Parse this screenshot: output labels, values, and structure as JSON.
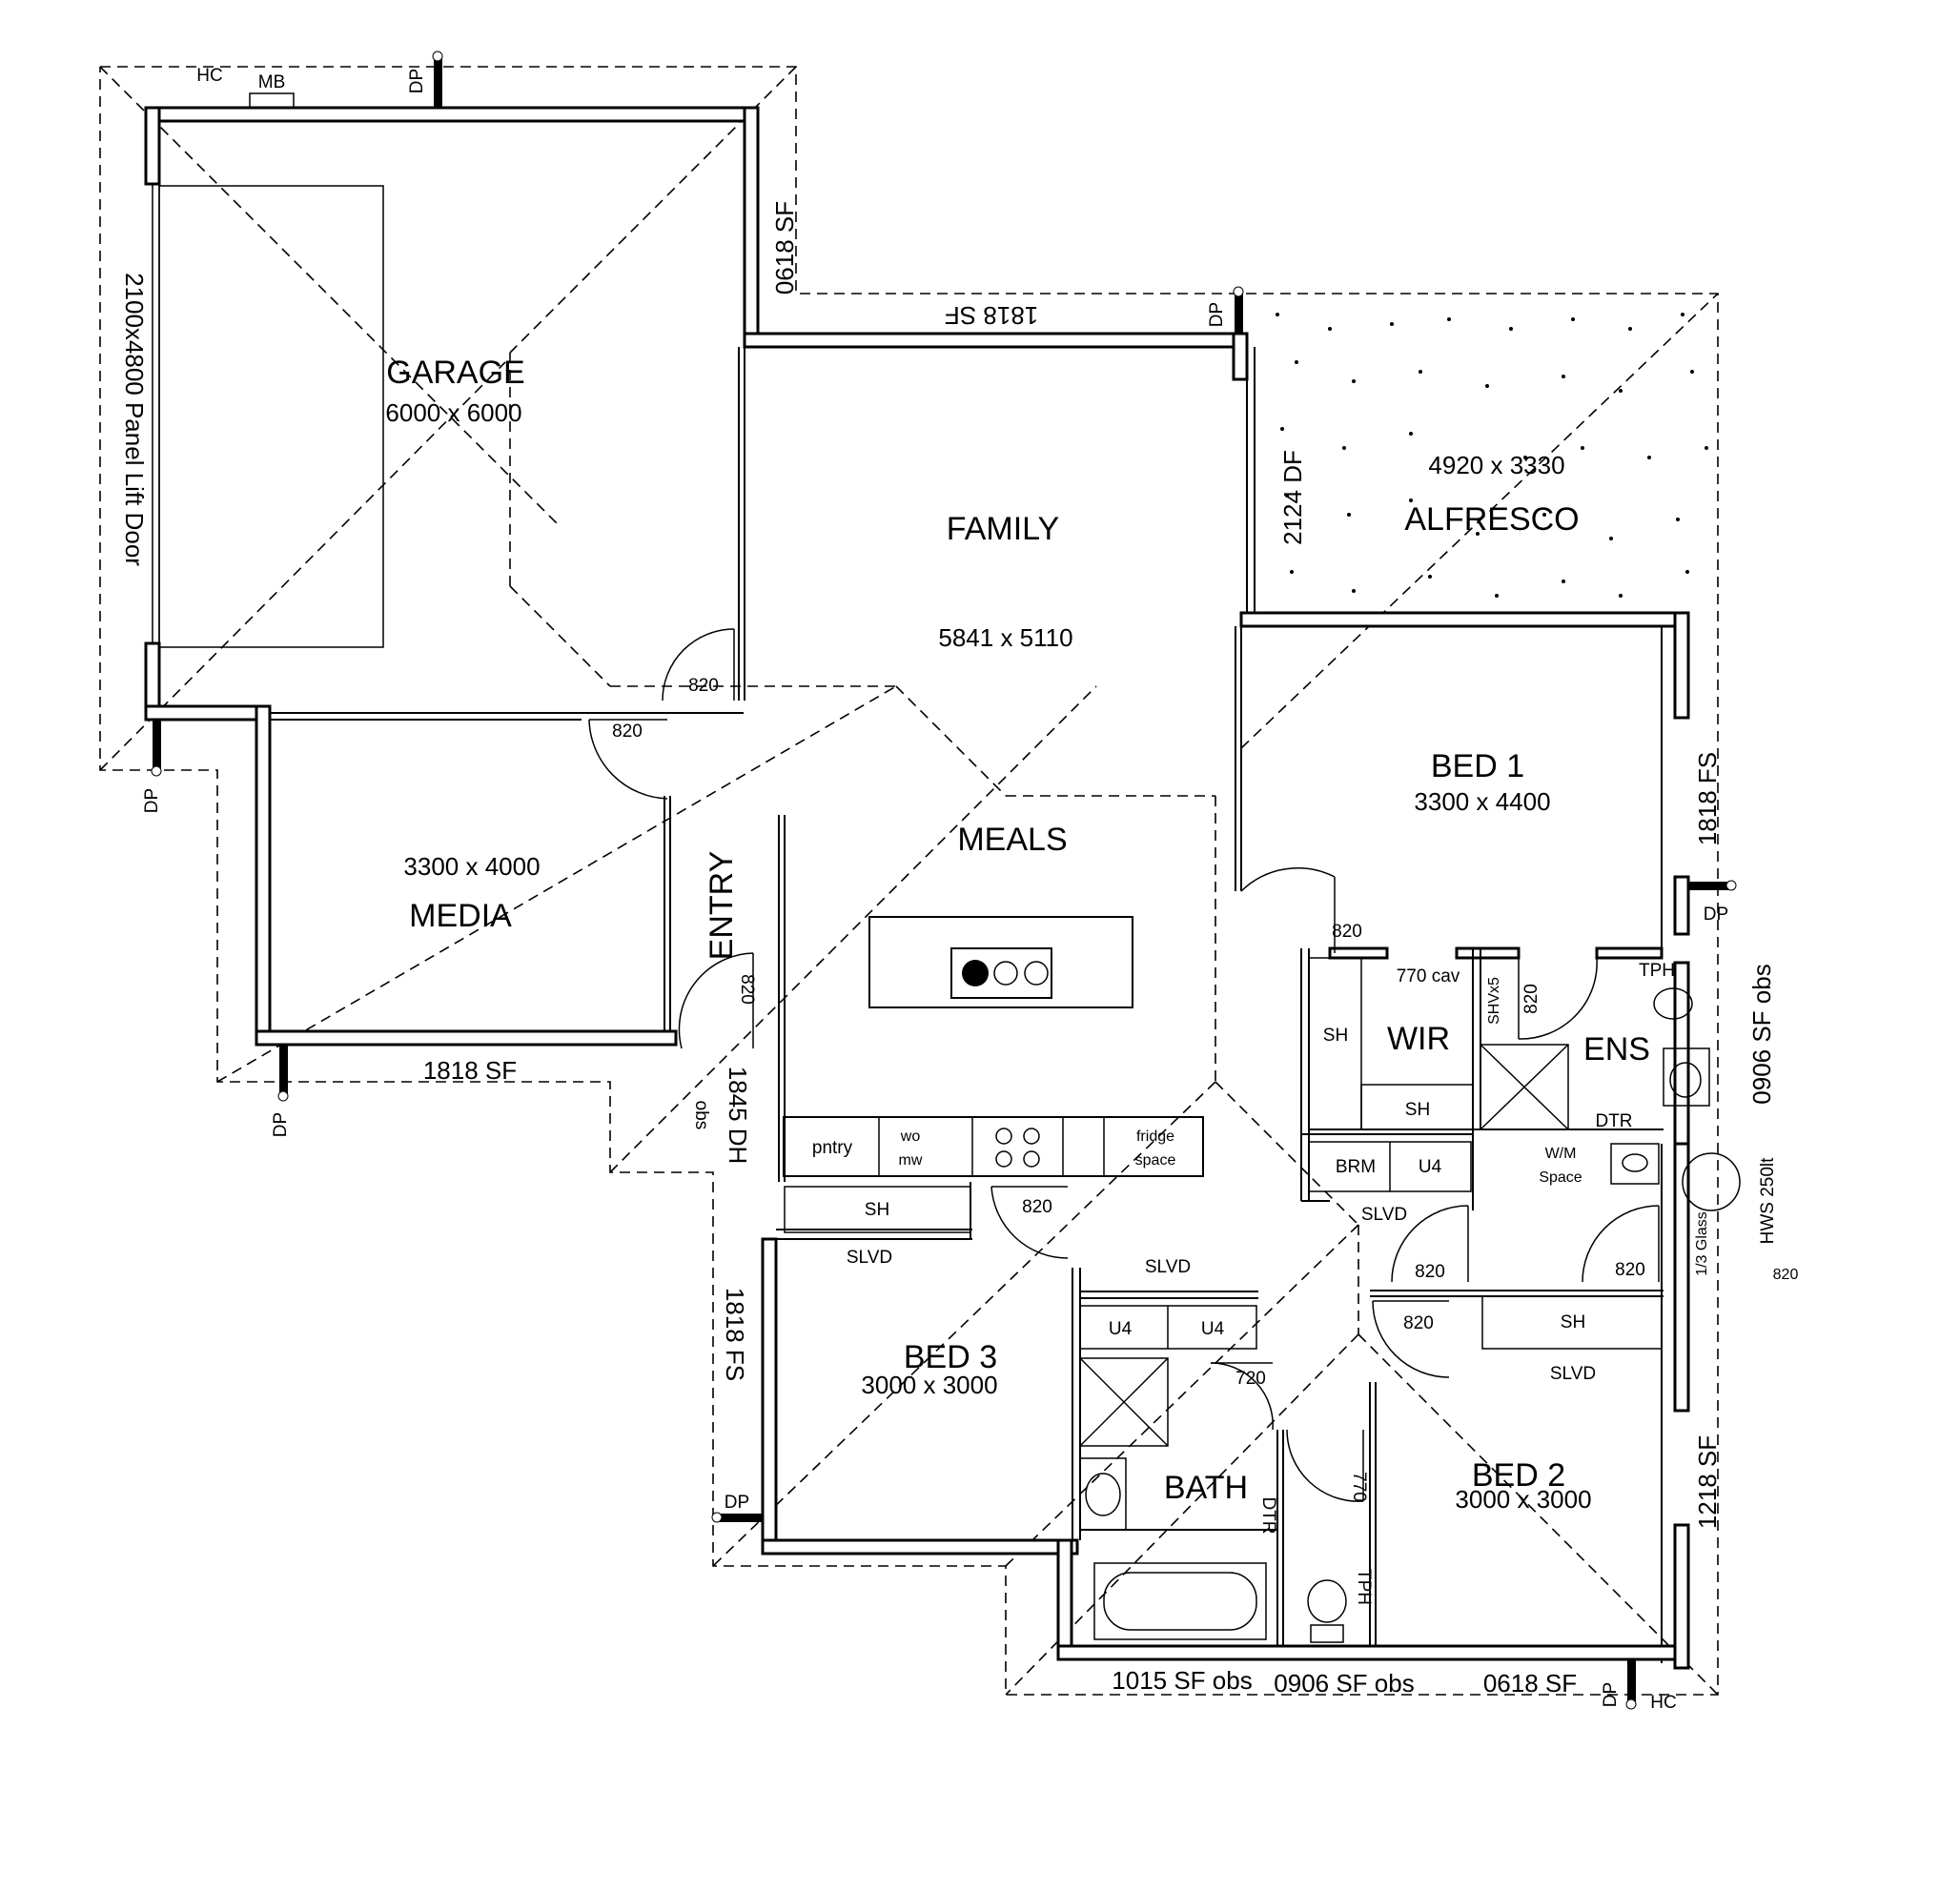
{
  "rooms": {
    "garage": {
      "name": "GARAGE",
      "dims": "6000 x 6000"
    },
    "family": {
      "name": "FAMILY",
      "dims": "5841 x 5110"
    },
    "alfresco": {
      "name": "ALFRESCO",
      "dims": "4920 x 3330"
    },
    "bed1": {
      "name": "BED 1",
      "dims": "3300 x 4400"
    },
    "media": {
      "name": "MEDIA",
      "dims": "3300 x 4000"
    },
    "meals": {
      "name": "MEALS"
    },
    "entry": {
      "name": "ENTRY"
    },
    "wir": {
      "name": "WIR"
    },
    "ens": {
      "name": "ENS"
    },
    "bed3": {
      "name": "BED 3",
      "dims": "3000 x 3000"
    },
    "bed2": {
      "name": "BED 2",
      "dims": "3000 x 3000"
    },
    "bath": {
      "name": "BATH"
    }
  },
  "windows": {
    "garage_door": "2100x4800 Panel Lift Door",
    "garage_right": "0618 SF",
    "family_top": "1818 SF",
    "alfresco_df": "2124 DF",
    "bed1_right": "1818 FS",
    "ens_right": "0906 SF obs",
    "media_bottom": "1818 SF",
    "entry_dh": "1845 DH",
    "entry_obs": "obs",
    "bed3_left": "1818 FS",
    "bed2_right": "1218 SF",
    "bath_bottom": "1015 SF obs",
    "wc_bottom": "0906 SF obs",
    "bed2_bottom": "0618 SF"
  },
  "labels": {
    "hc_top": "HC",
    "mb": "MB",
    "dp_top": "DP",
    "dp_family": "DP",
    "dp_garage": "DP",
    "dp_media": "DP",
    "dp_bed1": "DP",
    "dp_bed3": "DP",
    "dp_bed2": "DP",
    "hc_bottom": "HC",
    "door_garage": "820",
    "door_media": "820",
    "door_entry": "820",
    "door_bed1": "820",
    "door_ens": "820",
    "door_bed3": "820",
    "door_hall": "820",
    "door_laundry": "820",
    "door_bed2": "820",
    "door_bath": "720",
    "door_wc": "770",
    "door_ext": "820",
    "cav": "770 cav",
    "shvx5": "SHVx5",
    "tph_ens": "TPH",
    "dtr_ens": "DTR",
    "sh_wir_left": "SH",
    "sh_wir_bottom": "SH",
    "brm": "BRM",
    "u4_laundry": "U4",
    "wm_space_1": "W/M",
    "wm_space_2": "Space",
    "slvd_laundry": "SLVD",
    "glass": "1/3 Glass",
    "hws": "HWS 250lt",
    "pntry": "pntry",
    "wo": "wo",
    "mw": "mw",
    "fridge": "fridge",
    "space": "space",
    "sh_bed3": "SH",
    "slvd_bed3": "SLVD",
    "slvd_hall": "SLVD",
    "u4_a": "U4",
    "u4_b": "U4",
    "sh_bed2": "SH",
    "slvd_bed2": "SLVD",
    "dtr_bath": "DTR",
    "tph_wc": "TPH"
  }
}
